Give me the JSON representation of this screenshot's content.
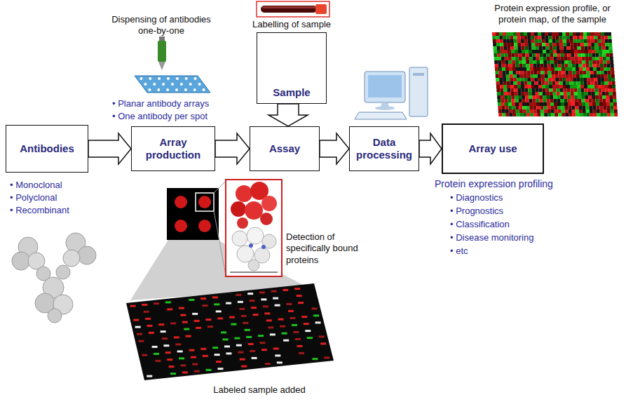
{
  "diagram": {
    "nodes": [
      {
        "text": [
          "Antibodies"
        ]
      },
      {
        "text": [
          "Array production"
        ]
      },
      {
        "text": [
          "Sample"
        ]
      },
      {
        "text": [
          "Assay"
        ]
      },
      {
        "text": [
          "Data processing"
        ]
      },
      {
        "text": [
          "Array use"
        ]
      }
    ],
    "edges": [
      {
        "from": 0,
        "to": 1,
        "arrow": "to"
      },
      {
        "from": 1,
        "to": 3,
        "arrow": "to"
      },
      {
        "from": 2,
        "to": 3,
        "arrow": "to"
      },
      {
        "from": 3,
        "to": 4,
        "arrow": "to"
      },
      {
        "from": 4,
        "to": 5,
        "arrow": "to"
      }
    ],
    "labels": [
      "Labelling of sample",
      "Dispensing of antibodies one-by-one",
      "Protein expression profile, or protein map, of the sample",
      "• Planar antibody arrays",
      "• One antibody per spot",
      "• Monoclonal",
      "• Polyclonal",
      "• Recombinant",
      "Detection of specifically bound proteins",
      "Protein expression profiling",
      "• Diagnostics",
      "• Prognostics",
      "• Classification",
      "• Disease monitoring",
      "• etc",
      "Labeled sample added"
    ]
  }
}
